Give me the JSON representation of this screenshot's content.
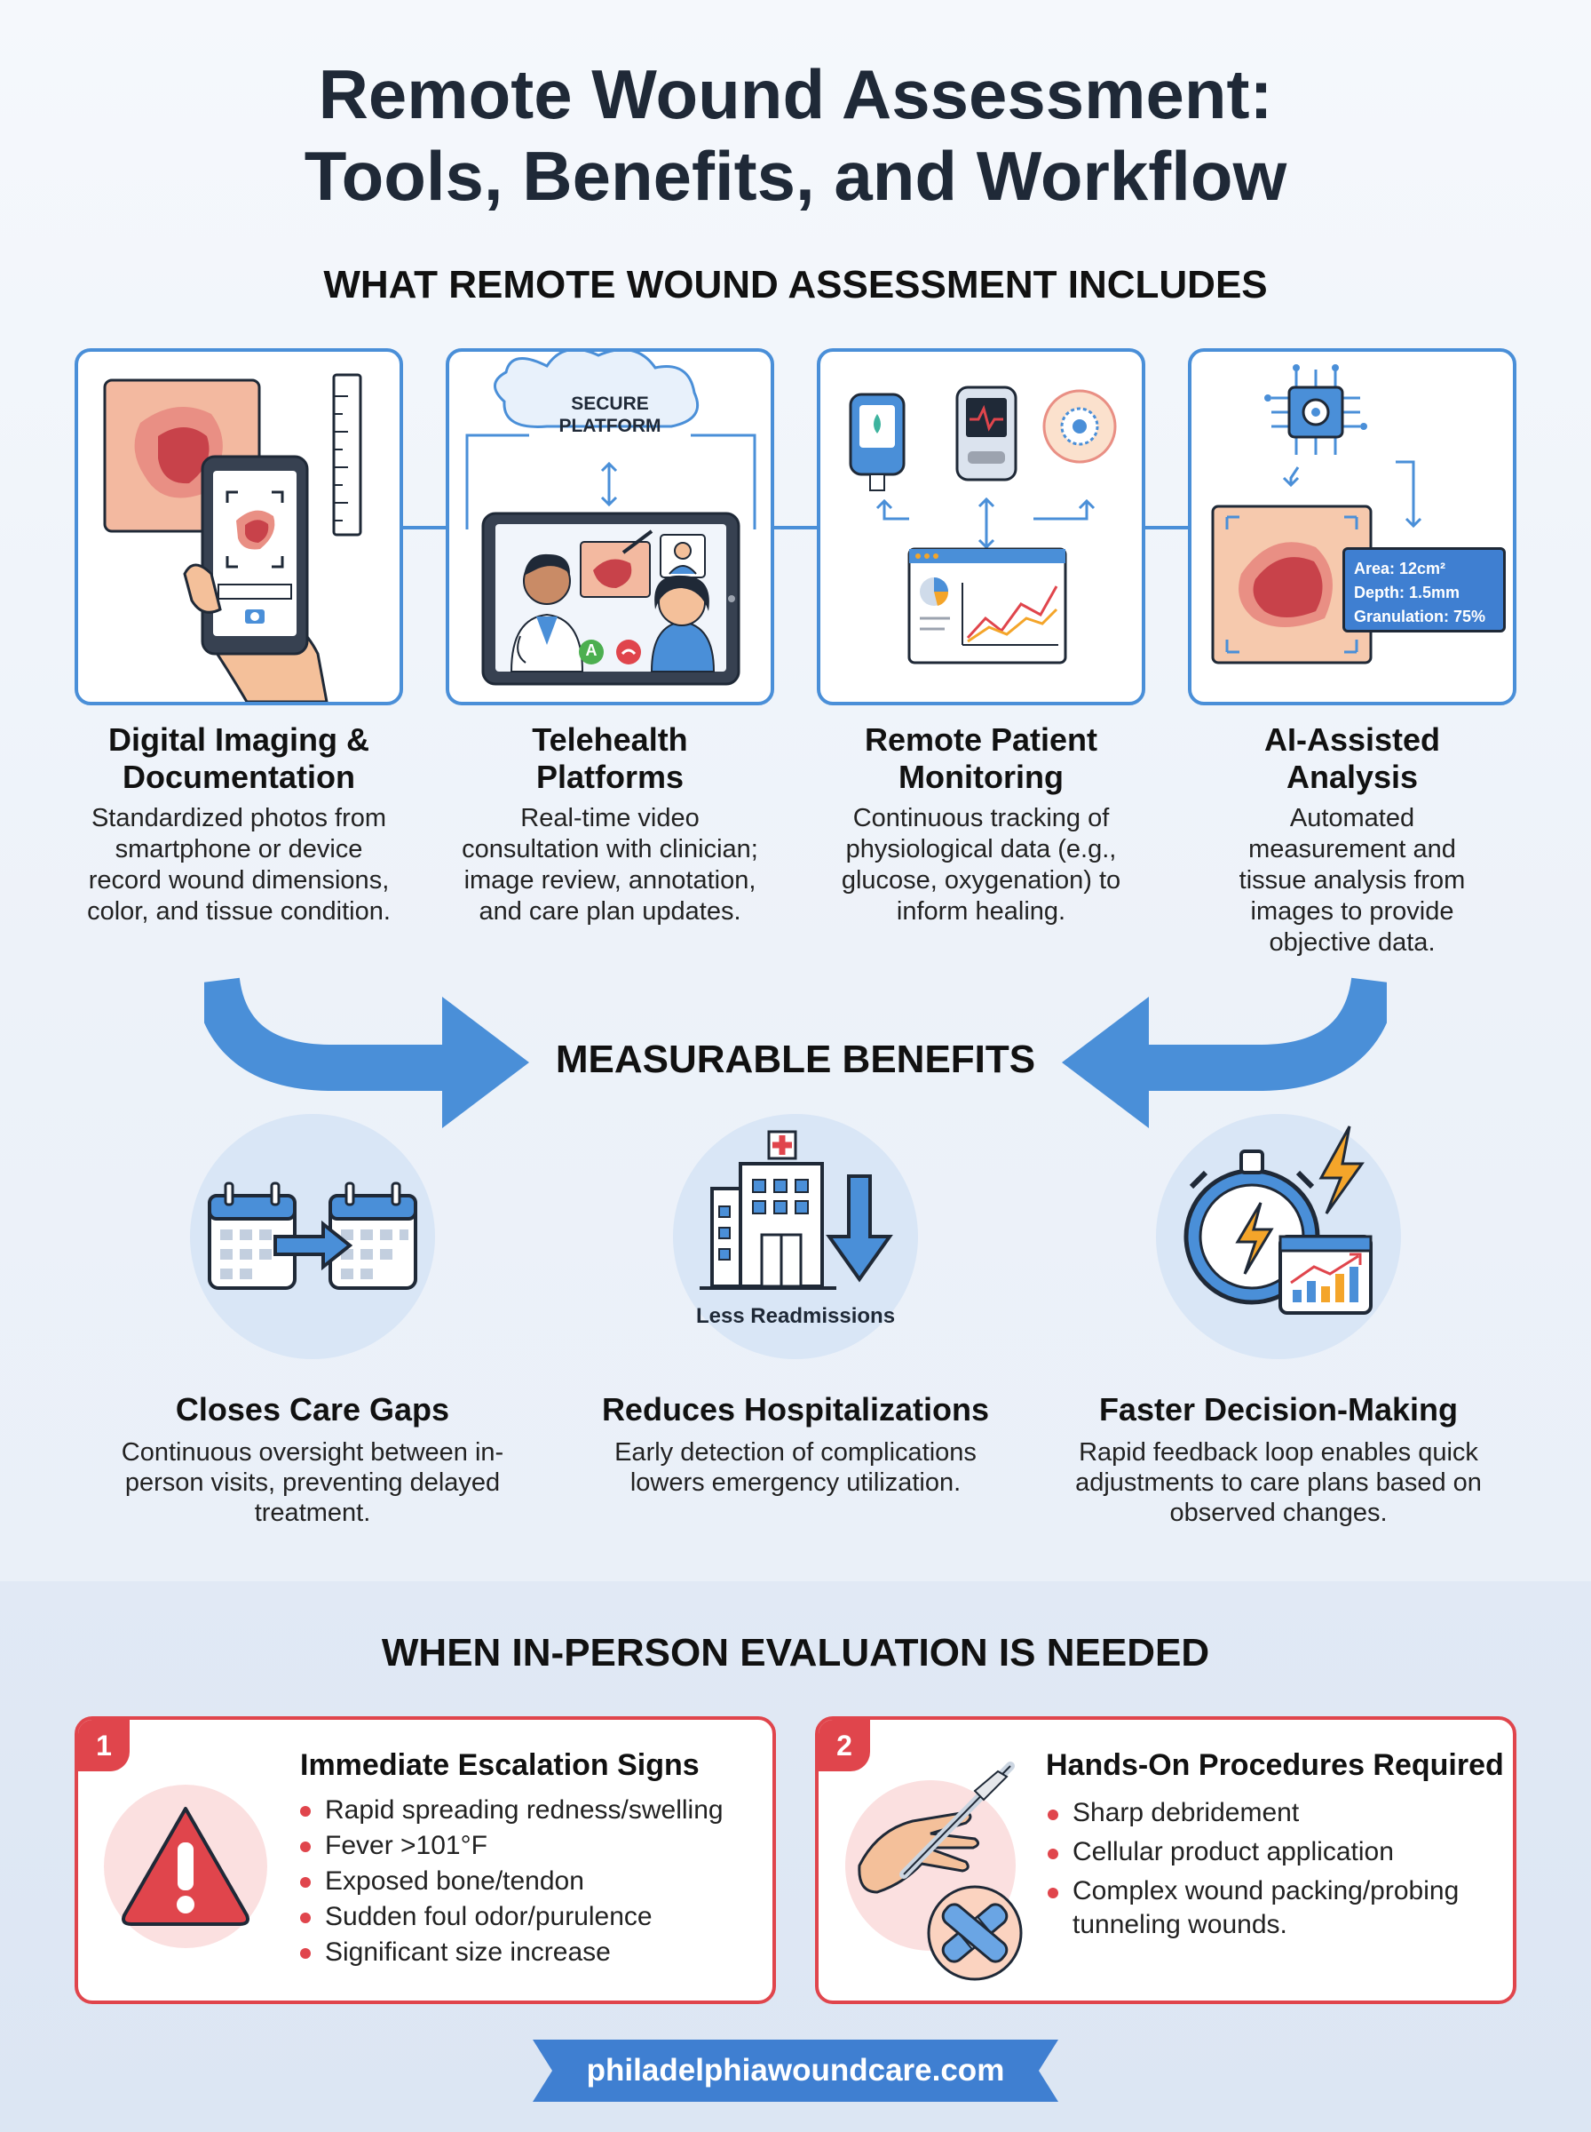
{
  "title_line1": "Remote Wound Assessment:",
  "title_line2": "Tools, Benefits, and Workflow",
  "includes_heading": "WHAT REMOTE WOUND ASSESSMENT INCLUDES",
  "includes": [
    {
      "title_line1": "Digital Imaging &",
      "title_line2": "Documentation",
      "desc": "Standardized photos from smartphone or device record wound dimensions, color, and tissue condition."
    },
    {
      "title_line1": "Telehealth",
      "title_line2": "Platforms",
      "desc": "Real-time video consultation with clinician; image review, annotation, and care plan updates."
    },
    {
      "title_line1": "Remote Patient",
      "title_line2": "Monitoring",
      "desc": "Continuous tracking of physiological data (e.g., glucose, oxygenation) to inform healing."
    },
    {
      "title_line1": "AI-Assisted",
      "title_line2": "Analysis",
      "desc": "Automated measurement and tissue analysis from images to provide objective data."
    }
  ],
  "cloud_label_line1": "SECURE",
  "cloud_label_line2": "PLATFORM",
  "avatar_letter": "A",
  "ai_readout": {
    "area": "Area: 12cm²",
    "depth": "Depth: 1.5mm",
    "granulation": "Granulation: 75%"
  },
  "benefits_heading": "MEASURABLE BENEFITS",
  "benefits": [
    {
      "title": "Closes Care Gaps",
      "desc": "Continuous oversight between in-person visits, preventing delayed treatment."
    },
    {
      "title": "Reduces Hospitalizations",
      "desc": "Early detection of complications lowers emergency utilization.",
      "icon_caption": "Less Readmissions"
    },
    {
      "title": "Faster Decision-Making",
      "desc": "Rapid feedback loop enables quick adjustments to care plans based on observed changes."
    }
  ],
  "inperson_heading": "WHEN IN-PERSON EVALUATION IS NEEDED",
  "inperson": [
    {
      "num": "1",
      "title": "Immediate Escalation Signs",
      "items": [
        "Rapid spreading redness/swelling",
        "Fever >101°F",
        "Exposed bone/tendon",
        "Sudden foul odor/purulence",
        "Significant size increase"
      ]
    },
    {
      "num": "2",
      "title": "Hands-On Procedures Required",
      "items": [
        "Sharp debridement",
        "Cellular product application",
        "Complex wound packing/probing tunneling wounds."
      ]
    }
  ],
  "footer_url": "philadelphiawoundcare.com",
  "colors": {
    "accent_blue": "#4a8fd8",
    "alert_red": "#e0454c",
    "wound_red": "#c8424a",
    "orange": "#f4a52a"
  }
}
